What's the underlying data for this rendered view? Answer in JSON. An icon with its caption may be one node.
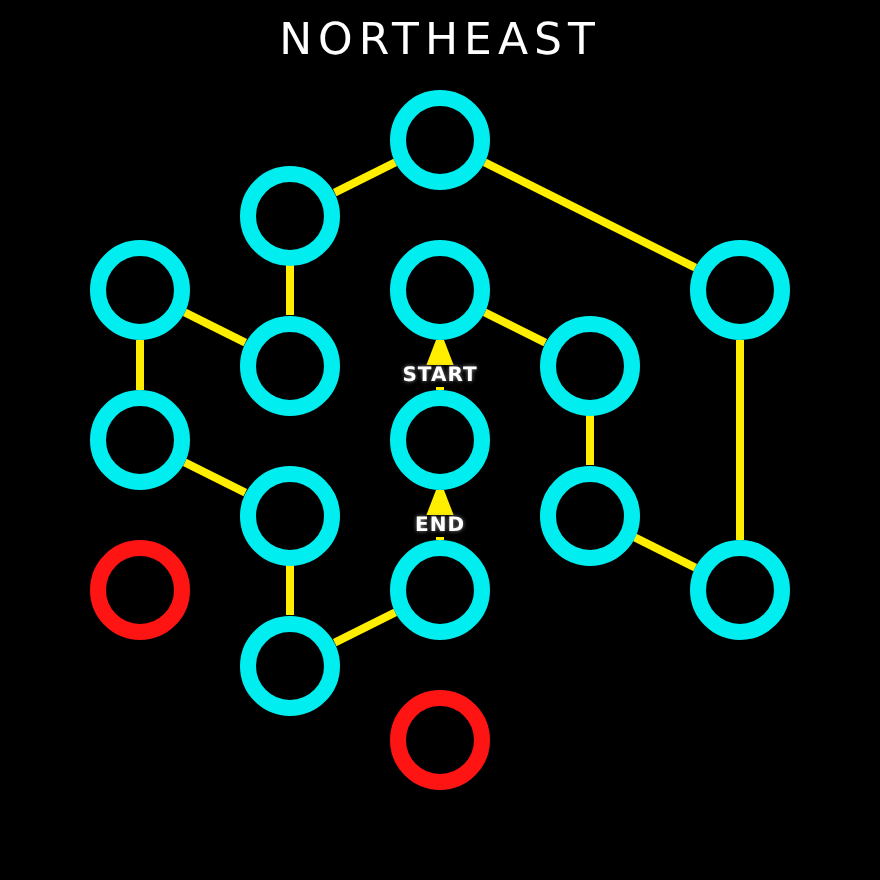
{
  "diagram": {
    "title": "NORTHEAST",
    "nodes": [
      {
        "text": [],
        "shape": "circle"
      },
      {
        "text": [],
        "shape": "circle"
      },
      {
        "text": [],
        "shape": "circle"
      },
      {
        "text": [],
        "shape": "circle"
      },
      {
        "text": [],
        "shape": "circle"
      },
      {
        "text": [],
        "shape": "circle"
      },
      {
        "text": [],
        "shape": "circle"
      },
      {
        "text": [],
        "shape": "circle"
      },
      {
        "text": [],
        "shape": "circle"
      },
      {
        "text": [],
        "shape": "circle"
      },
      {
        "text": [],
        "shape": "circle"
      },
      {
        "text": [],
        "shape": "circle"
      },
      {
        "text": [],
        "shape": "circle"
      },
      {
        "text": [],
        "shape": "circle"
      },
      {
        "text": [],
        "shape": "circle"
      },
      {
        "text": [],
        "shape": "circle"
      }
    ],
    "edges": [
      {
        "from": 8,
        "to": 3,
        "arrow": "to",
        "label": "START"
      },
      {
        "from": 3,
        "to": 6,
        "arrow": "none"
      },
      {
        "from": 6,
        "to": 10,
        "arrow": "none"
      },
      {
        "from": 10,
        "to": 13,
        "arrow": "none"
      },
      {
        "from": 13,
        "to": 4,
        "arrow": "none"
      },
      {
        "from": 4,
        "to": 0,
        "arrow": "none"
      },
      {
        "from": 0,
        "to": 1,
        "arrow": "none"
      },
      {
        "from": 1,
        "to": 5,
        "arrow": "none"
      },
      {
        "from": 5,
        "to": 2,
        "arrow": "none"
      },
      {
        "from": 2,
        "to": 7,
        "arrow": "none"
      },
      {
        "from": 7,
        "to": 9,
        "arrow": "none"
      },
      {
        "from": 9,
        "to": 14,
        "arrow": "none"
      },
      {
        "from": 14,
        "to": 12,
        "arrow": "none"
      },
      {
        "from": 12,
        "to": 8,
        "arrow": "to",
        "label": "END"
      }
    ]
  }
}
